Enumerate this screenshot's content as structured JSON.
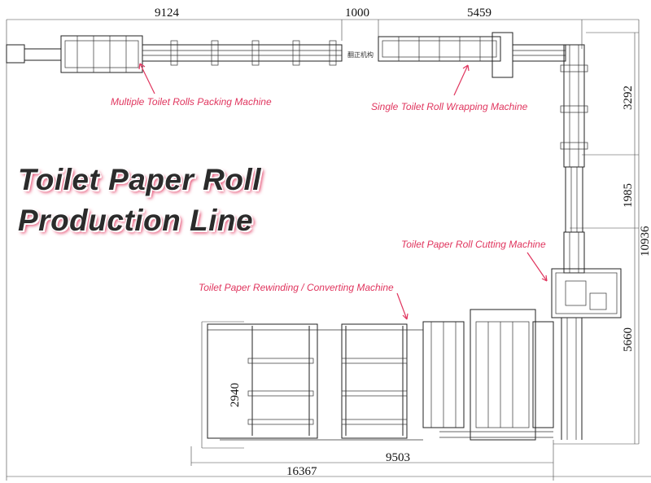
{
  "title": {
    "line1": "Toilet Paper Roll",
    "line2": "Production Line"
  },
  "dimensions": {
    "top_left": "9124",
    "top_gap": "1000",
    "top_right": "5459",
    "right_upper": "3292",
    "right_middle": "1985",
    "right_total": "10936",
    "right_lower": "5660",
    "left_height": "2940",
    "bottom_inner": "9503",
    "bottom_total": "16367"
  },
  "machines": {
    "packing": "Multiple Toilet Rolls Packing Machine",
    "wrapping": "Single Toilet Roll Wrapping Machine",
    "cutting": "Toilet Paper Roll Cutting Machine",
    "rewinding": "Toilet Paper Rewinding / Converting Machine"
  },
  "annotation": {
    "flip_device": "翻正机构"
  },
  "colors": {
    "label": "#e0355e",
    "drawing": "#222222",
    "title": "#2b2b2b"
  }
}
